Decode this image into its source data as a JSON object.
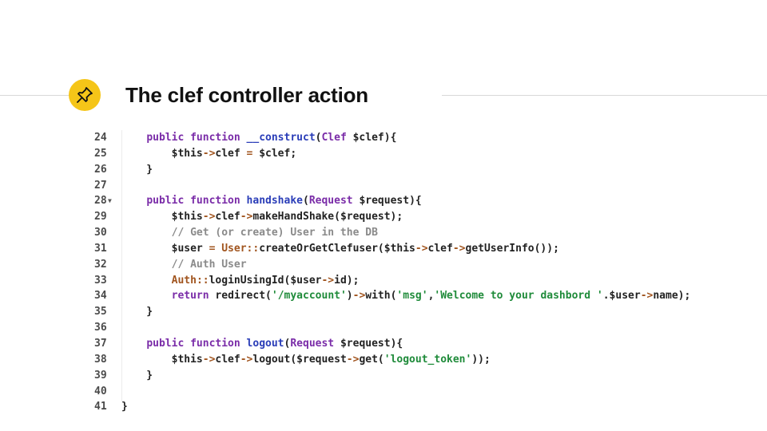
{
  "slide": {
    "title": "The clef controller action",
    "icon": "pushpin-icon",
    "accent_color": "#f5c518"
  },
  "code": {
    "lines": [
      {
        "num": "24",
        "tokens": [
          {
            "t": "    "
          },
          {
            "t": "public function ",
            "c": "kw"
          },
          {
            "t": "__construct",
            "c": "fn"
          },
          {
            "t": "("
          },
          {
            "t": "Clef ",
            "c": "ty"
          },
          {
            "t": "$clef"
          },
          {
            "t": "){"
          }
        ]
      },
      {
        "num": "25",
        "tokens": [
          {
            "t": "        $this"
          },
          {
            "t": "->",
            "c": "op"
          },
          {
            "t": "clef "
          },
          {
            "t": "=",
            "c": "op"
          },
          {
            "t": " $clef;"
          }
        ]
      },
      {
        "num": "26",
        "tokens": [
          {
            "t": "    }"
          }
        ]
      },
      {
        "num": "27",
        "tokens": []
      },
      {
        "num": "28",
        "fold": true,
        "tokens": [
          {
            "t": "    "
          },
          {
            "t": "public function ",
            "c": "kw"
          },
          {
            "t": "handshake",
            "c": "fn"
          },
          {
            "t": "("
          },
          {
            "t": "Request ",
            "c": "ty"
          },
          {
            "t": "$request){"
          }
        ]
      },
      {
        "num": "29",
        "tokens": [
          {
            "t": "        $this"
          },
          {
            "t": "->",
            "c": "op"
          },
          {
            "t": "clef"
          },
          {
            "t": "->",
            "c": "op"
          },
          {
            "t": "makeHandShake($request);"
          }
        ]
      },
      {
        "num": "30",
        "tokens": [
          {
            "t": "        // Get (or create) User in the DB",
            "c": "cm"
          }
        ]
      },
      {
        "num": "31",
        "tokens": [
          {
            "t": "        $user "
          },
          {
            "t": "=",
            "c": "op"
          },
          {
            "t": " "
          },
          {
            "t": "User",
            "c": "cls"
          },
          {
            "t": "::",
            "c": "op"
          },
          {
            "t": "createOrGetClefuser($this"
          },
          {
            "t": "->",
            "c": "op"
          },
          {
            "t": "clef"
          },
          {
            "t": "->",
            "c": "op"
          },
          {
            "t": "getUserInfo());"
          }
        ]
      },
      {
        "num": "32",
        "tokens": [
          {
            "t": "        // Auth User",
            "c": "cm"
          }
        ]
      },
      {
        "num": "33",
        "tokens": [
          {
            "t": "        "
          },
          {
            "t": "Auth",
            "c": "cls"
          },
          {
            "t": "::",
            "c": "op"
          },
          {
            "t": "loginUsingId($user"
          },
          {
            "t": "->",
            "c": "op"
          },
          {
            "t": "id);"
          }
        ]
      },
      {
        "num": "34",
        "tokens": [
          {
            "t": "        "
          },
          {
            "t": "return ",
            "c": "kw"
          },
          {
            "t": "redirect("
          },
          {
            "t": "'/myaccount'",
            "c": "str"
          },
          {
            "t": ")"
          },
          {
            "t": "->",
            "c": "op"
          },
          {
            "t": "with("
          },
          {
            "t": "'msg'",
            "c": "str"
          },
          {
            "t": ","
          },
          {
            "t": "'Welcome to your dashbord '",
            "c": "str"
          },
          {
            "t": "."
          },
          {
            "t": "$user"
          },
          {
            "t": "->",
            "c": "op"
          },
          {
            "t": "name);"
          }
        ]
      },
      {
        "num": "35",
        "tokens": [
          {
            "t": "    }"
          }
        ]
      },
      {
        "num": "36",
        "tokens": []
      },
      {
        "num": "37",
        "tokens": [
          {
            "t": "    "
          },
          {
            "t": "public function ",
            "c": "kw"
          },
          {
            "t": "logout",
            "c": "fn"
          },
          {
            "t": "("
          },
          {
            "t": "Request ",
            "c": "ty"
          },
          {
            "t": "$request){"
          }
        ]
      },
      {
        "num": "38",
        "tokens": [
          {
            "t": "        $this"
          },
          {
            "t": "->",
            "c": "op"
          },
          {
            "t": "clef"
          },
          {
            "t": "->",
            "c": "op"
          },
          {
            "t": "logout($request"
          },
          {
            "t": "->",
            "c": "op"
          },
          {
            "t": "get("
          },
          {
            "t": "'logout_token'",
            "c": "str"
          },
          {
            "t": "));"
          }
        ]
      },
      {
        "num": "39",
        "tokens": [
          {
            "t": "    }"
          }
        ]
      },
      {
        "num": "40",
        "tokens": []
      },
      {
        "num": "41",
        "tokens": [
          {
            "t": "}"
          }
        ]
      }
    ]
  }
}
